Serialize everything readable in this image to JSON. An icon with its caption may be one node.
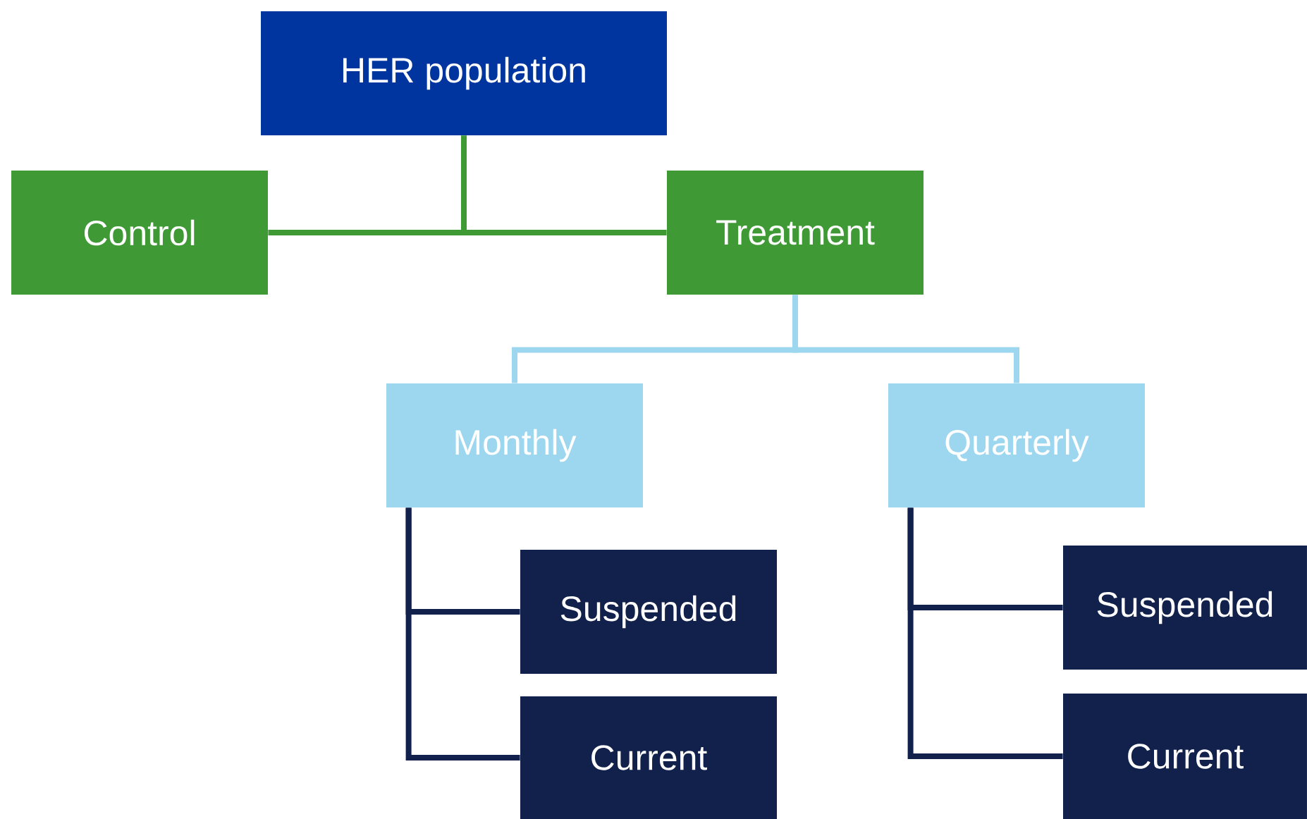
{
  "diagram": {
    "nodes": [
      {
        "text": [
          "HER population"
        ]
      },
      {
        "text": [
          "Control"
        ]
      },
      {
        "text": [
          "Treatment"
        ]
      },
      {
        "text": [
          "Monthly"
        ]
      },
      {
        "text": [
          "Quarterly"
        ]
      },
      {
        "text": [
          "Suspended"
        ]
      },
      {
        "text": [
          "Current"
        ]
      },
      {
        "text": [
          "Suspended"
        ]
      },
      {
        "text": [
          "Current"
        ]
      }
    ],
    "edges": [
      {
        "from": 0,
        "to": 1,
        "arrow": "none",
        "color": "#3f9a35"
      },
      {
        "from": 0,
        "to": 2,
        "arrow": "none",
        "color": "#3f9a35"
      },
      {
        "from": 2,
        "to": 3,
        "arrow": "none",
        "color": "#9dd6ef"
      },
      {
        "from": 2,
        "to": 4,
        "arrow": "none",
        "color": "#9dd6ef"
      },
      {
        "from": 3,
        "to": 5,
        "arrow": "none"
      },
      {
        "from": 3,
        "to": 6,
        "arrow": "none"
      },
      {
        "from": 4,
        "to": 7,
        "arrow": "none"
      },
      {
        "from": 4,
        "to": 8,
        "arrow": "none"
      }
    ]
  }
}
